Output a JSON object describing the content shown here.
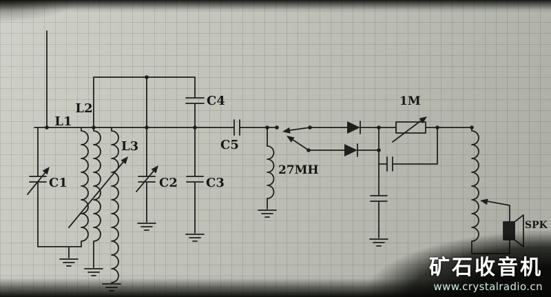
{
  "diagram": {
    "kind": "hand-drawn radio receiver circuit schematic on graph paper"
  },
  "labels": {
    "l1": "L1",
    "l2": "L2",
    "l3": "L3",
    "c1": "C1",
    "c2": "C2",
    "c3": "C3",
    "c4": "C4",
    "c5": "C5",
    "choke": "27MH",
    "potentiometer": "1M",
    "speaker": "SPK"
  },
  "watermark": {
    "title": "矿石收音机",
    "url": "www.crystalradio.cn"
  },
  "colors": {
    "ink": "#1e1e1c",
    "paper": "#c3c5bc",
    "watermark_title": "#ffffff",
    "watermark_url": "#d2ebe6"
  }
}
